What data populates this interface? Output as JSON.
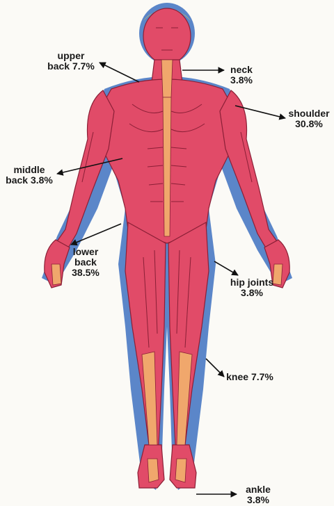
{
  "colors": {
    "muscle": "#e14b68",
    "muscle_line": "#8a1f36",
    "tendon": "#f0a76c",
    "skin_edge": "#5b86c9",
    "hair": "#f3d33c",
    "background": "#fbfaf6"
  },
  "callouts": [
    {
      "key": "upper_back",
      "lines": [
        "upper",
        "back 7.7%"
      ]
    },
    {
      "key": "neck",
      "lines": [
        "neck",
        "3.8%"
      ]
    },
    {
      "key": "shoulder",
      "lines": [
        "shoulder",
        "30.8%"
      ]
    },
    {
      "key": "middle_back",
      "lines": [
        "middle",
        "back 3.8%"
      ]
    },
    {
      "key": "lower_back",
      "lines": [
        "lower",
        "back",
        "38.5%"
      ]
    },
    {
      "key": "hip_joints",
      "lines": [
        "hip joints",
        "3.8%"
      ]
    },
    {
      "key": "knee",
      "lines": [
        "knee 7.7%"
      ]
    },
    {
      "key": "ankle",
      "lines": [
        "ankle",
        "3.8%"
      ]
    }
  ]
}
